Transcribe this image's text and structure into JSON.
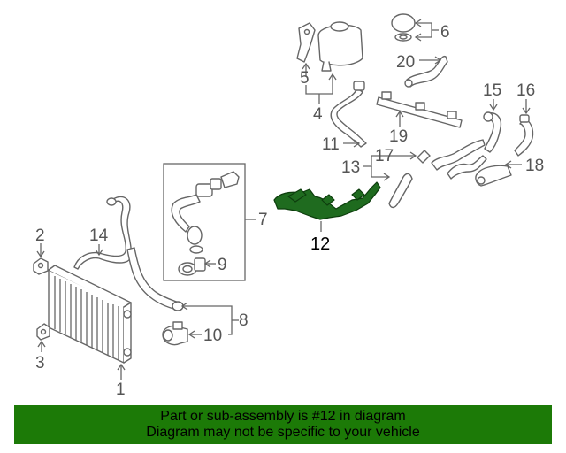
{
  "parts": {
    "1": "1",
    "2": "2",
    "3": "3",
    "4": "4",
    "5": "5",
    "6": "6",
    "7": "7",
    "8": "8",
    "9": "9",
    "10": "10",
    "11": "11",
    "12": "12",
    "13": "13",
    "14": "14",
    "15": "15",
    "16": "16",
    "17": "17",
    "18": "18",
    "19": "19",
    "20": "20"
  },
  "highlighted_part": "12",
  "colors": {
    "banner": "#1c7a07",
    "highlight": "#1f6b1f",
    "line": "#666666"
  },
  "banner": {
    "line1": "Part or sub-assembly is #12 in diagram",
    "line2": "Diagram may not be specific to your vehicle"
  }
}
